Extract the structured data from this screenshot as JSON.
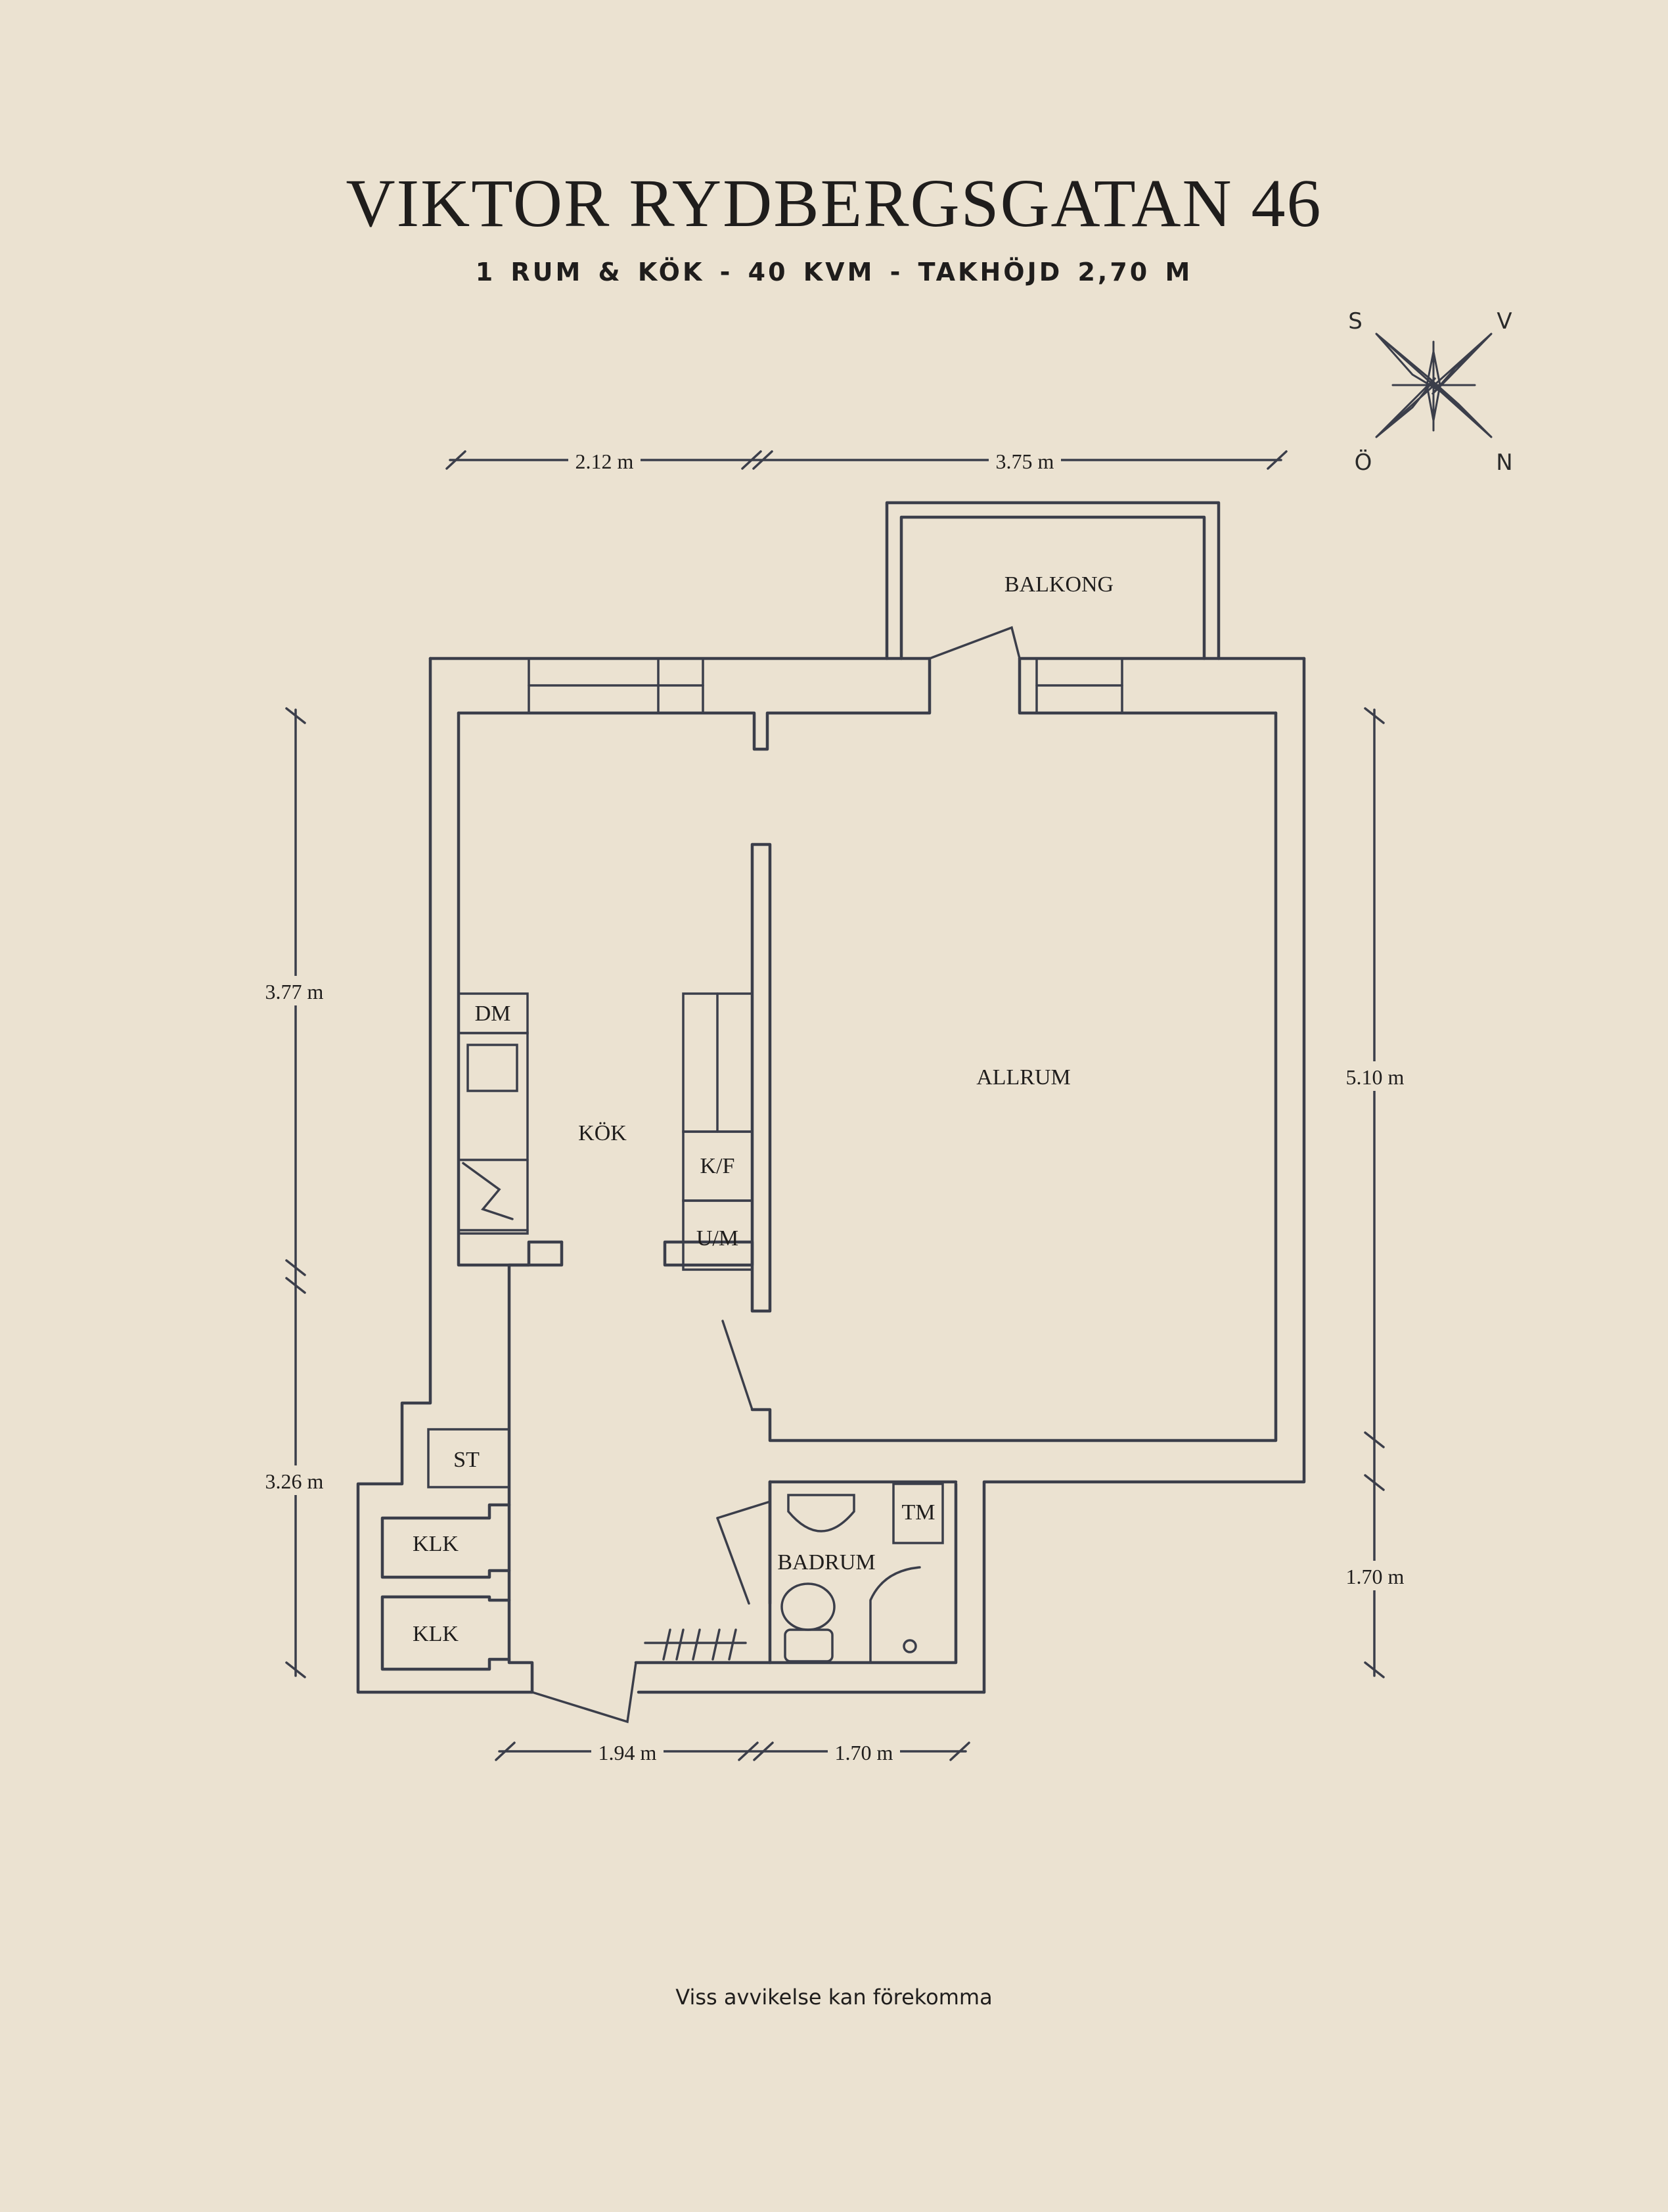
{
  "header": {
    "title": "VIKTOR RYDBERGSGATAN 46",
    "subtitle": "1 RUM & KÖK  -  40 KVM  -  TAKHÖJD 2,70 M"
  },
  "compass": {
    "top_left": "S",
    "top_right": "V",
    "bottom_left": "Ö",
    "bottom_right": "N"
  },
  "rooms": {
    "balcony": "BALKONG",
    "living": "ALLRUM",
    "kitchen": "KÖK",
    "dishwasher": "DM",
    "fridge_freezer": "K/F",
    "oven_micro": "U/M",
    "storage": "ST",
    "wardrobe_1": "KLK",
    "wardrobe_2": "KLK",
    "bathroom": "BADRUM",
    "washer": "TM"
  },
  "dimensions": {
    "top_left": "2.12 m",
    "top_right": "3.75 m",
    "left_upper": "3.77 m",
    "left_lower": "3.26 m",
    "right_upper": "5.10 m",
    "right_lower": "1.70 m",
    "bottom_left": "1.94 m",
    "bottom_right": "1.70 m"
  },
  "footer": {
    "note": "Viss avvikelse kan förekomma"
  }
}
